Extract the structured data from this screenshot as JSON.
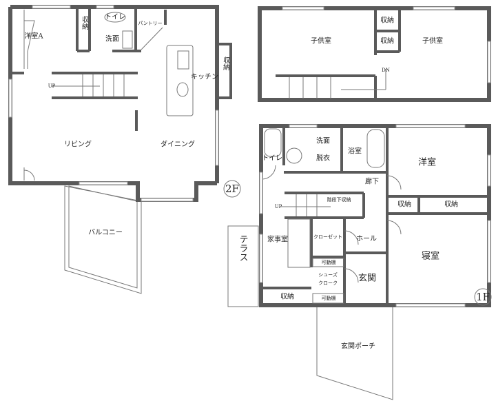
{
  "floor2": {
    "badge": "2F",
    "rooms": {
      "western_a": "洋室A",
      "storage_a": "収納",
      "toilet": "トイレ",
      "washroom": "洗面",
      "pantry": "パントリー",
      "kitchen": "キッチン",
      "storage_k": "収納",
      "up": "UP",
      "living": "リビング",
      "dining": "ダイニング",
      "balcony": "バルコニー"
    }
  },
  "floor3": {
    "rooms": {
      "kids_left": "子供室",
      "kids_right": "子供室",
      "storage_1": "収納",
      "storage_2": "収納",
      "dn": "DN"
    }
  },
  "floor1": {
    "badge": "1F",
    "rooms": {
      "toilet": "トイレ",
      "washroom": "洗面",
      "dressing": "脱衣",
      "bath": "浴室",
      "western": "洋室",
      "hallway": "廊下",
      "storage_1": "収納",
      "storage_2": "収納",
      "under_stair": "階段下収納",
      "up": "UP",
      "utility": "家事室",
      "closet": "クローゼット",
      "hall": "ホール",
      "bedroom": "寝室",
      "shelf_1": "可動棚",
      "shoe_closet_1": "シューズ",
      "shoe_closet_2": "クローク",
      "shelf_2": "可動棚",
      "entrance": "玄関",
      "storage_3": "収納",
      "terrace": "テラス",
      "porch": "玄関ポーチ"
    }
  }
}
